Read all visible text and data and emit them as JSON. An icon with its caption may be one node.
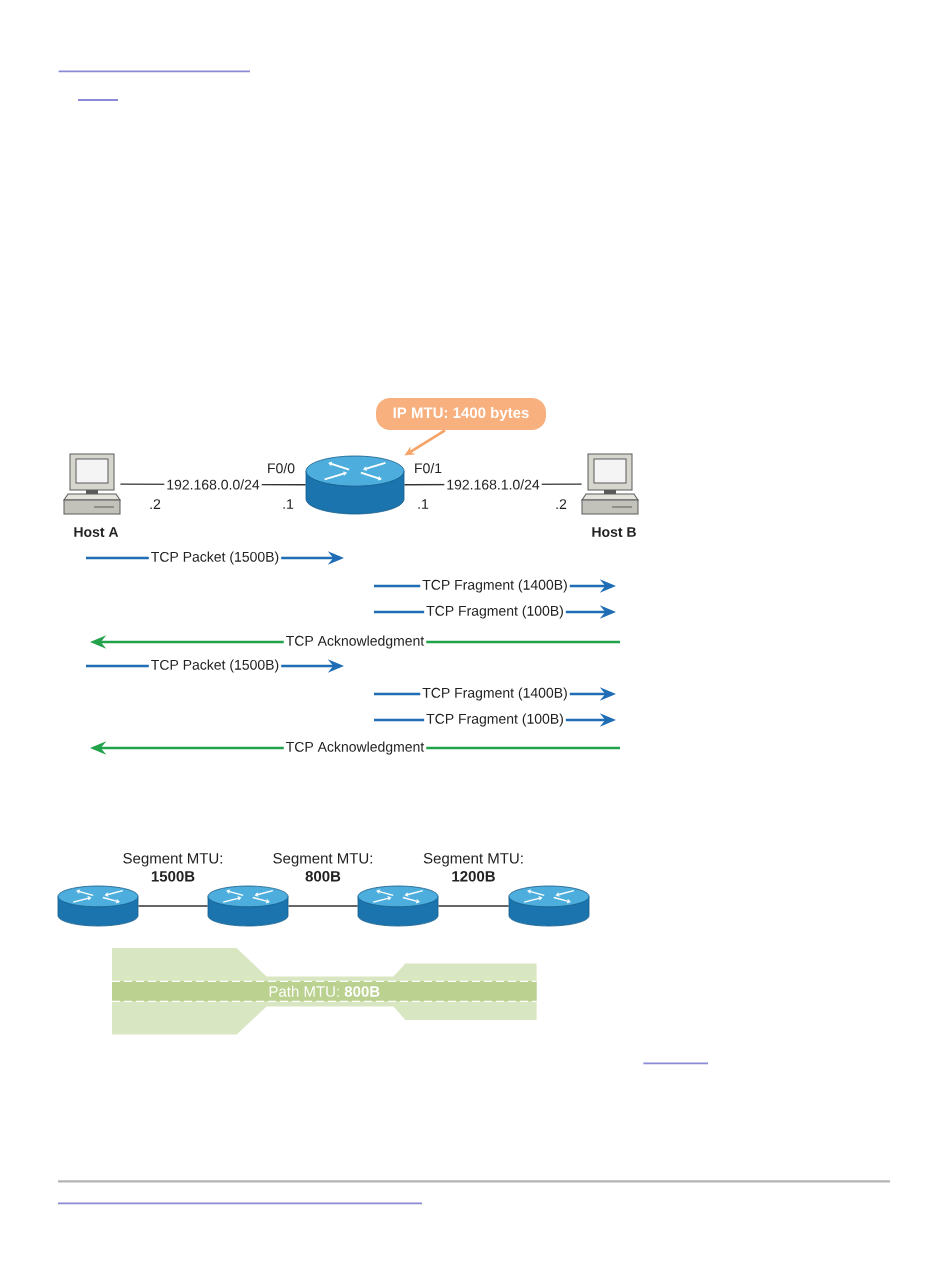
{
  "diagram": {
    "nodes": [
      {
        "text": [
          "IP MTU: 1400 bytes"
        ]
      },
      {
        "text": [],
        "shape": "picture",
        "beside": [
          "Host A"
        ]
      },
      {
        "text": [],
        "shape": "picture"
      },
      {
        "text": [],
        "shape": "picture",
        "beside": [
          "Host B"
        ]
      },
      {
        "text": [],
        "shape": "picture"
      },
      {
        "text": [],
        "shape": "picture"
      },
      {
        "text": [],
        "shape": "picture"
      },
      {
        "text": [],
        "shape": "picture"
      },
      {
        "text": [
          "Path MTU: **800B**"
        ]
      }
    ],
    "edges": [
      {
        "from": 0,
        "to": 2,
        "arrow": "to",
        "color": "#f5a468"
      },
      {
        "from": 1,
        "to": 2,
        "arrow": "none",
        "label": "192.168.0.0/24"
      },
      {
        "from": 2,
        "to": 3,
        "arrow": "none",
        "label": "192.168.1.0/24"
      },
      {
        "from": 4,
        "to": 5,
        "arrow": "none",
        "label": "Segment MTU: **1500B**"
      },
      {
        "from": 5,
        "to": 6,
        "arrow": "none",
        "label": "Segment MTU: **800B**"
      },
      {
        "from": 6,
        "to": 7,
        "arrow": "none",
        "label": "Segment MTU: **1200B**"
      }
    ],
    "labels": [
      "F0/0",
      "F0/1",
      ".2",
      ".1",
      ".1",
      ".2",
      "TCP Packet (1500B)",
      "TCP Fragment (1400B)",
      "TCP Fragment (100B)",
      "TCP Acknowledgment",
      "TCP Packet (1500B)",
      "TCP Fragment (1400B)",
      "TCP Fragment (100B)",
      "TCP Acknowledgment"
    ]
  }
}
